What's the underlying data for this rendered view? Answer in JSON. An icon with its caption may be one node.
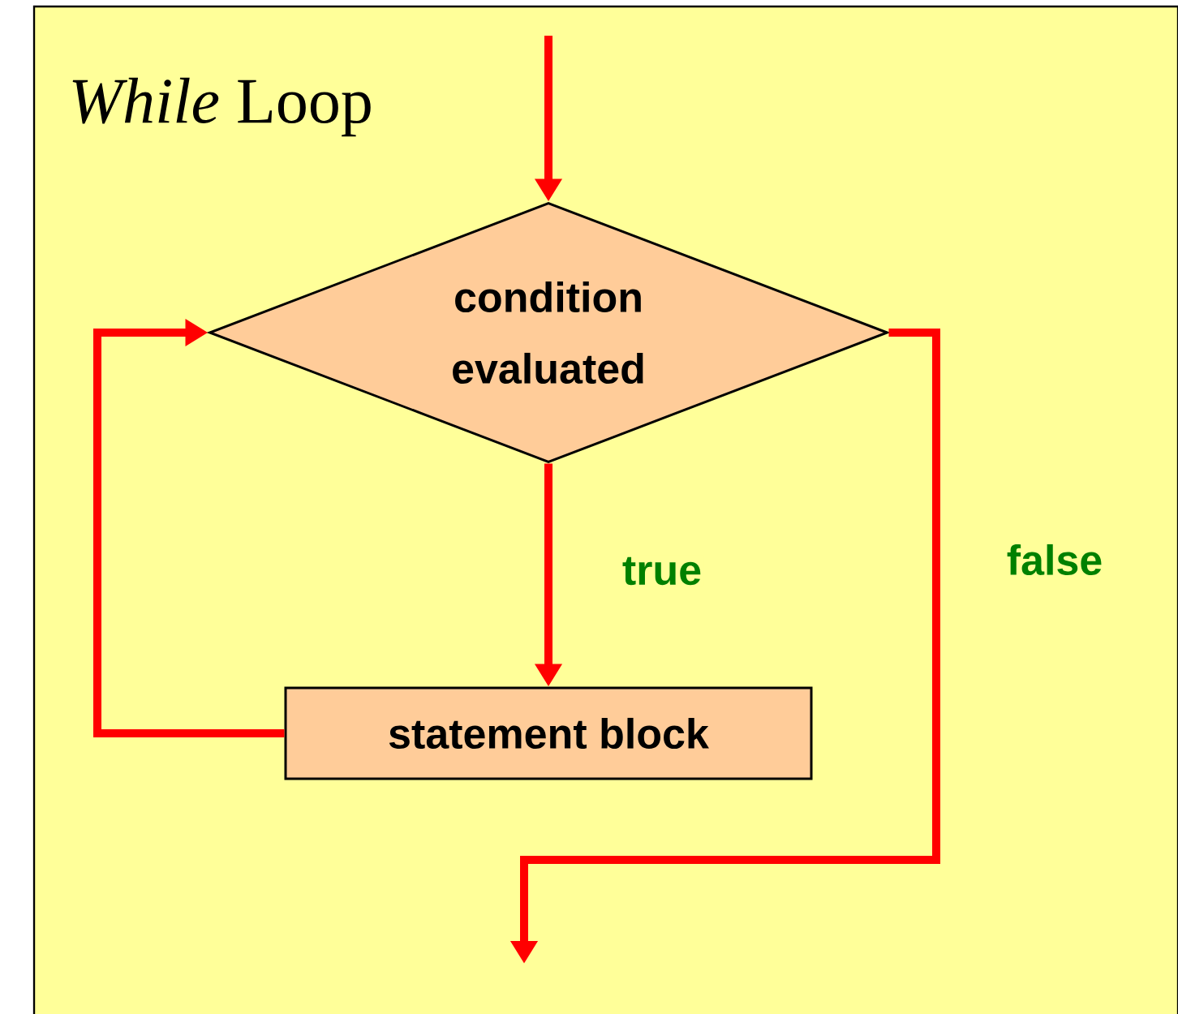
{
  "diagram": {
    "title": "*While* Loop",
    "nodes": [
      {
        "text": [
          "condition evaluated"
        ]
      },
      {
        "text": [
          "statement block"
        ]
      }
    ],
    "edges": [
      {
        "from": null,
        "to": 0,
        "arrow": "to"
      },
      {
        "from": 0,
        "to": 1,
        "arrow": "to",
        "label": "true"
      },
      {
        "from": 1,
        "to": 0,
        "arrow": "to"
      },
      {
        "from": 0,
        "to": null,
        "arrow": "to",
        "label": "false"
      }
    ]
  }
}
